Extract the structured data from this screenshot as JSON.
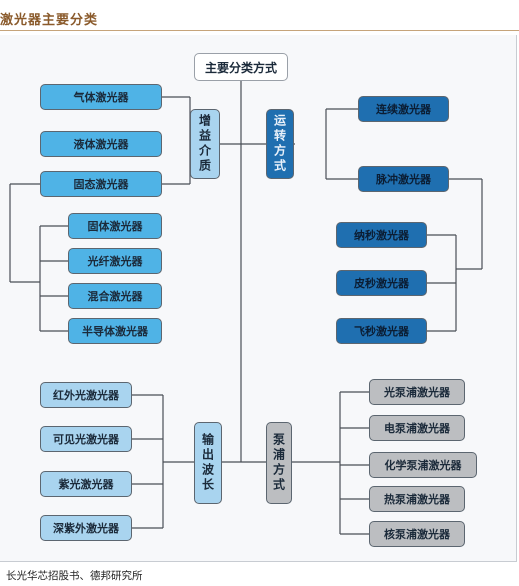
{
  "header": {
    "title": "激光器主要分类"
  },
  "diagram": {
    "root": "主要分类方式",
    "categories": [
      {
        "label": "增益介质",
        "items": [
          "气体激光器",
          "液体激光器",
          "固态激光器"
        ],
        "sub_items": [
          "固体激光器",
          "光纤激光器",
          "混合激光器",
          "半导体激光器"
        ]
      },
      {
        "label": "运转方式",
        "items": [
          "连续激光器",
          "脉冲激光器"
        ],
        "sub_items": [
          "纳秒激光器",
          "皮秒激光器",
          "飞秒激光器"
        ]
      },
      {
        "label": "输出波长",
        "items": [
          "红外光激光器",
          "可见光激光器",
          "紫光激光器",
          "深紫外激光器"
        ]
      },
      {
        "label": "泵浦方式",
        "items": [
          "光泵浦激光器",
          "电泵浦激光器",
          "化学泵浦激光器",
          "热泵浦激光器",
          "核泵浦激光器"
        ]
      }
    ]
  },
  "source": "长光华芯招股书、德邦研究所",
  "colors": {
    "gain": "#4fb3e6",
    "operation": "#1f6fb0",
    "wavelength": "#a9d4ef",
    "pump": "#bcbec1"
  }
}
